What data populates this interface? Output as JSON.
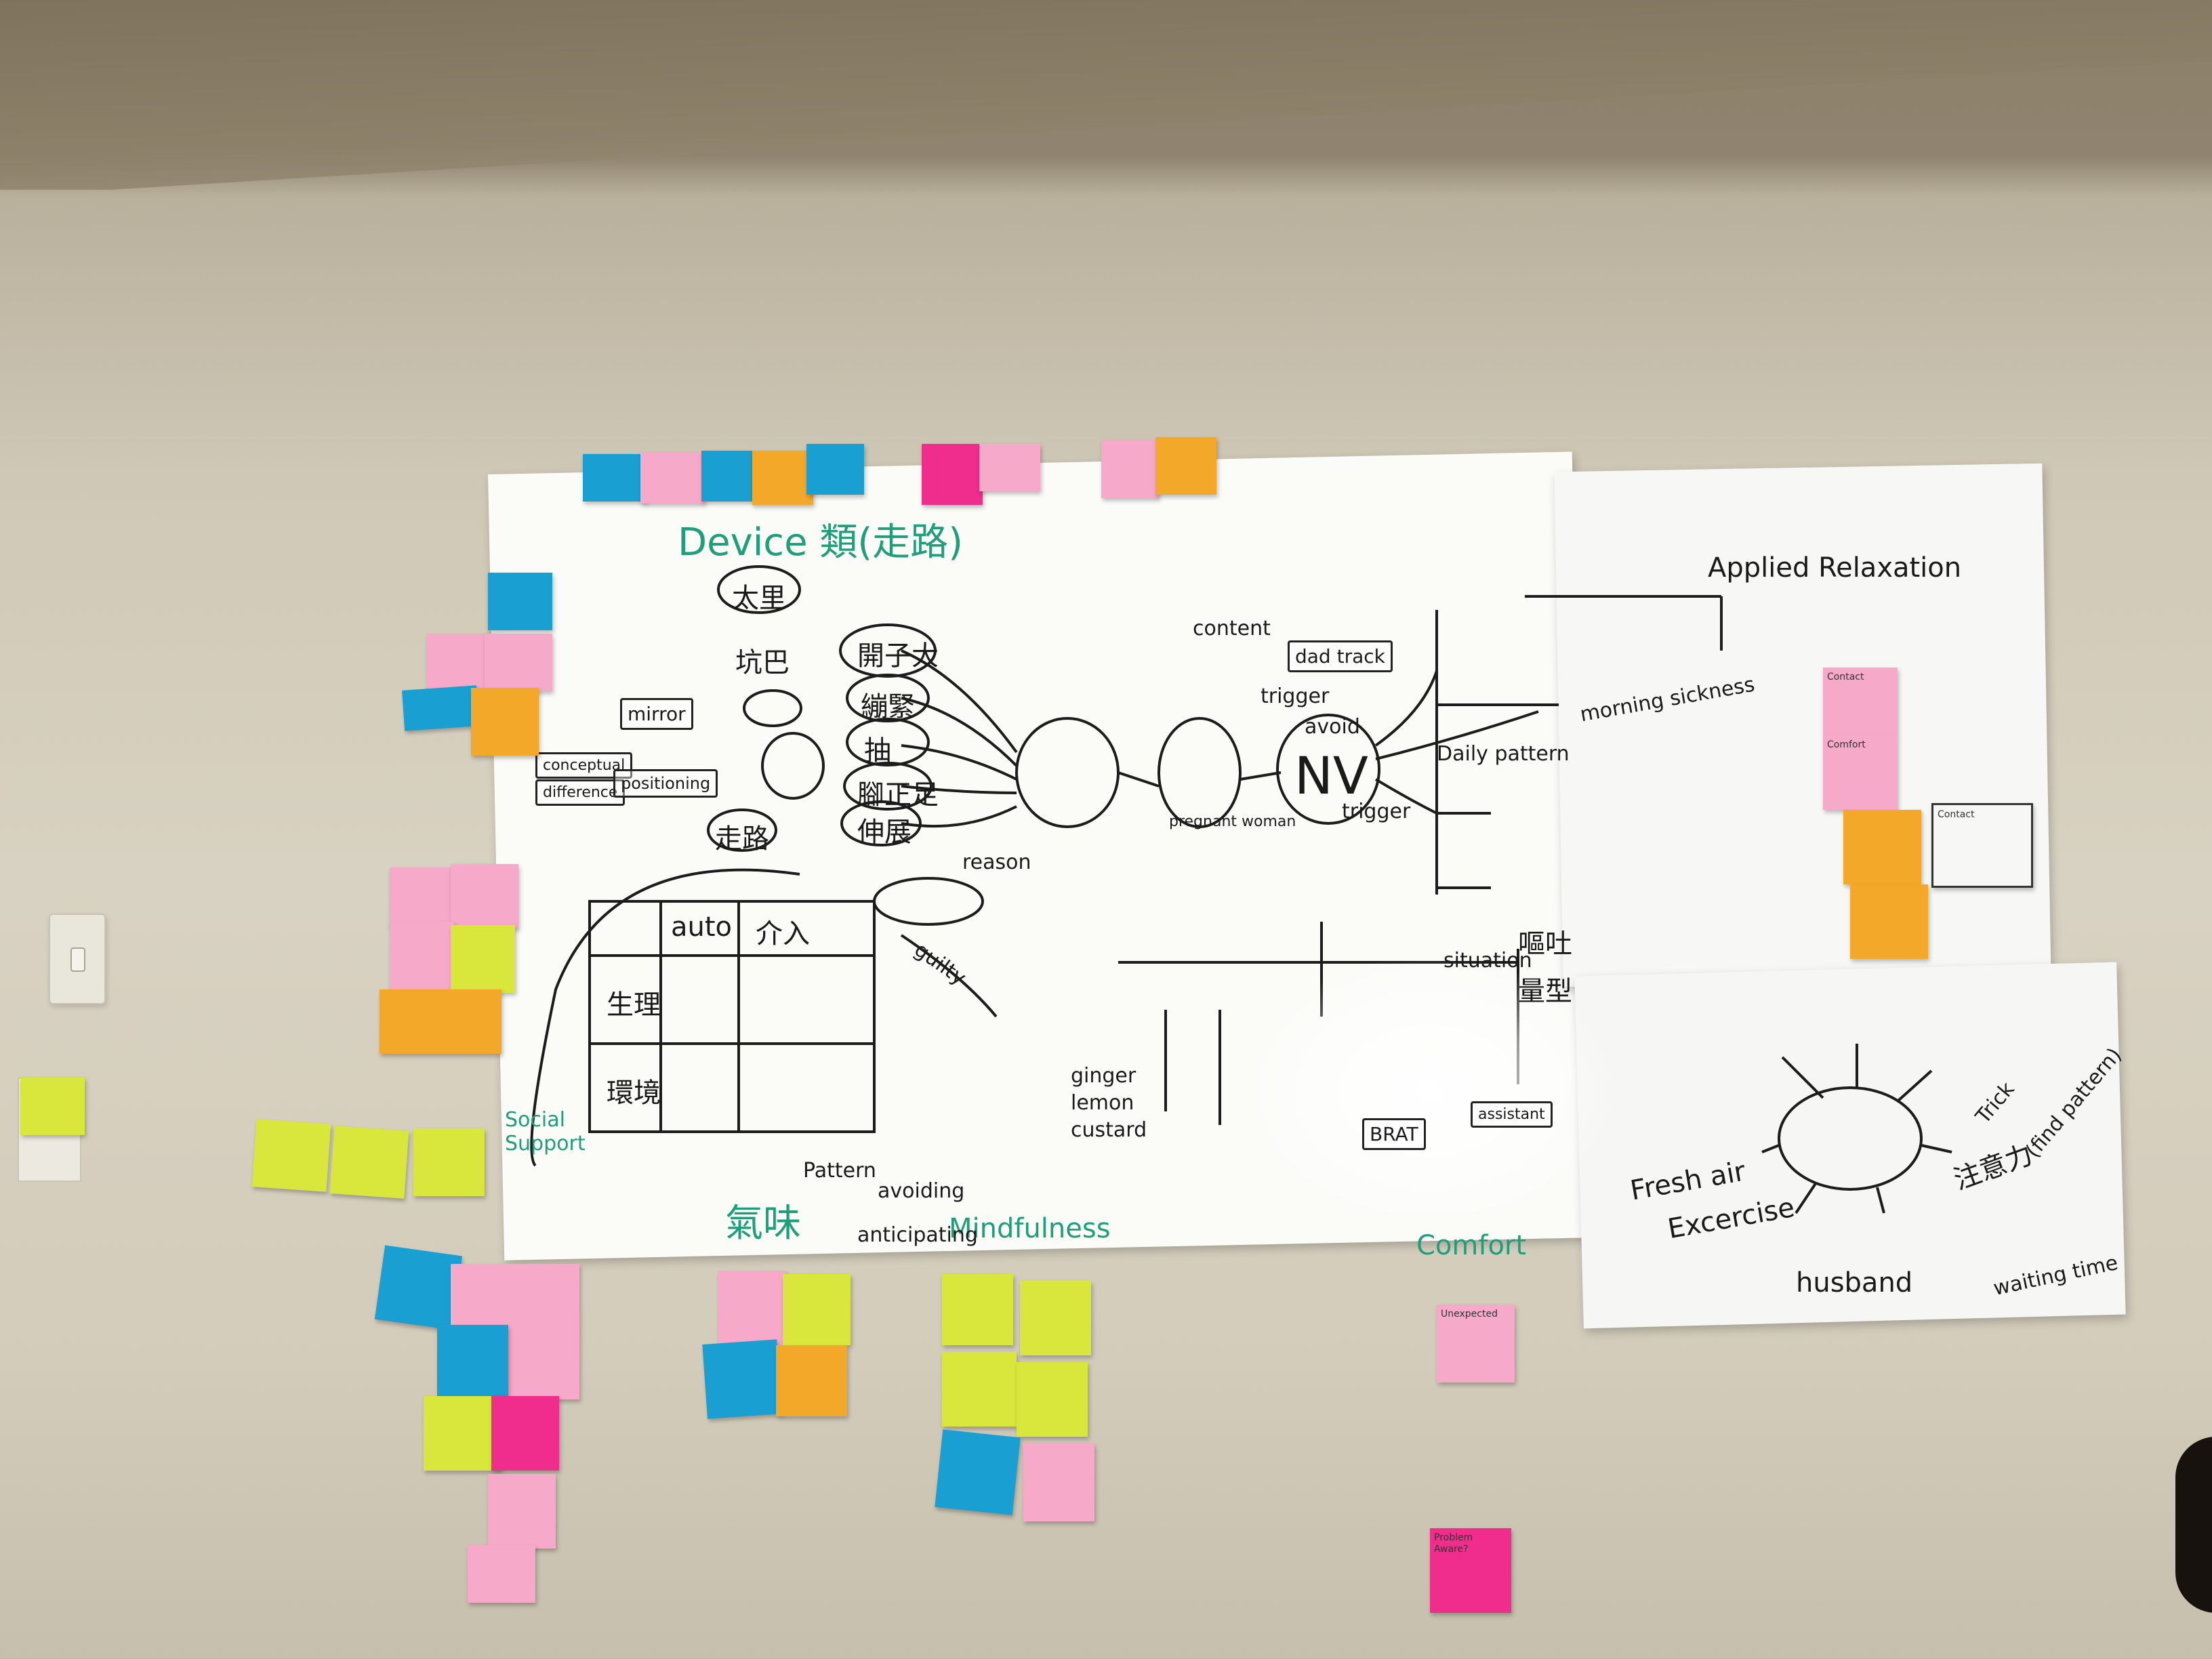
{
  "diagram": {
    "title_device": "Device 類(走路)",
    "center_node": "pregnant woman",
    "nv_node": "NV",
    "avoid_label": "avoid",
    "top_right_title": "Applied Relaxation",
    "mindfulness_label": "Mindfulness",
    "comfort_label": "Comfort",
    "qiwei_label": "氣味",
    "social_support_label": "Social Support",
    "grid_headers": [
      "auto",
      "介入"
    ],
    "grid_rows": [
      "生理",
      "環境"
    ],
    "boxes": [
      "mirror",
      "conceptual",
      "difference",
      "positioning",
      "BRAT",
      "assistant",
      "dad track",
      "content",
      "trigger",
      "trigger",
      "Daily pattern",
      "situation",
      "reason",
      "guilty"
    ],
    "nodes_left": [
      "開子大",
      "繃緊",
      "抽",
      "腳正足",
      "伸展",
      "走路",
      "坑巴",
      "太里"
    ],
    "right_words": [
      "Fresh air",
      "Excercise",
      "husband",
      "waiting time",
      "Trick",
      "(find pattern)",
      "注意力",
      "morning sickness",
      "嘔吐",
      "量型"
    ],
    "bottom_words": [
      "anticipating",
      "avoiding",
      "Pattern",
      "ginger",
      "lemon",
      "custard"
    ]
  },
  "sticky_notes_top": [
    "",
    "",
    "",
    "",
    "",
    "",
    "",
    "",
    ""
  ],
  "sticky_notes_right": [
    "Contact",
    "Comfort",
    "Contact"
  ],
  "sticky_notes_bottom_right": [
    "Unexpected",
    "Problem Aware?"
  ]
}
